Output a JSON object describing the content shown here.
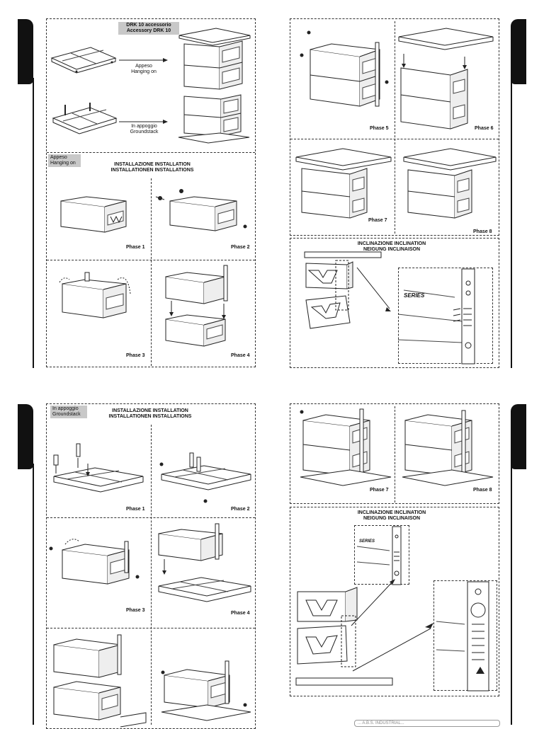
{
  "top_left": {
    "accessory_tag": [
      "DRK 10 accessorio",
      "Accessory DRK 10"
    ],
    "hanging_caption": [
      "Appeso",
      "Hanging on"
    ],
    "ground_caption": [
      "In appoggio",
      "Groundstack"
    ],
    "section_tag": [
      "Appeso",
      "Hanging on"
    ],
    "install_heading": [
      "INSTALLAZIONE   INSTALLATION",
      "INSTALLATIONEN   INSTALLATIONS"
    ],
    "phases": [
      "Phase 1",
      "Phase 2",
      "Phase 3",
      "Phase 4"
    ]
  },
  "top_right": {
    "phases": [
      "Phase 5",
      "Phase 6",
      "Phase 7",
      "Phase 8"
    ],
    "inclination_heading": [
      "INCLINAZIONE    INCLINATION",
      "NEIGUNG   INCLINAISON"
    ],
    "series_label": "SERIES"
  },
  "bottom_left": {
    "section_tag": [
      "In appoggio",
      "Groundstack"
    ],
    "install_heading": [
      "INSTALLAZIONE   INSTALLATION",
      "INSTALLATIONEN   INSTALLATIONS"
    ],
    "phases": [
      "Phase 1",
      "Phase 2",
      "Phase 3",
      "Phase 4"
    ]
  },
  "bottom_right": {
    "phases": [
      "Phase 7",
      "Phase 8"
    ],
    "inclination_heading": [
      "INCLINAZIONE    INCLINATION",
      "NEIGUNG   INCLINAISON"
    ],
    "series_label": "SERIES",
    "footer_text": "... A.B.S. INDUSTRIAL..."
  }
}
